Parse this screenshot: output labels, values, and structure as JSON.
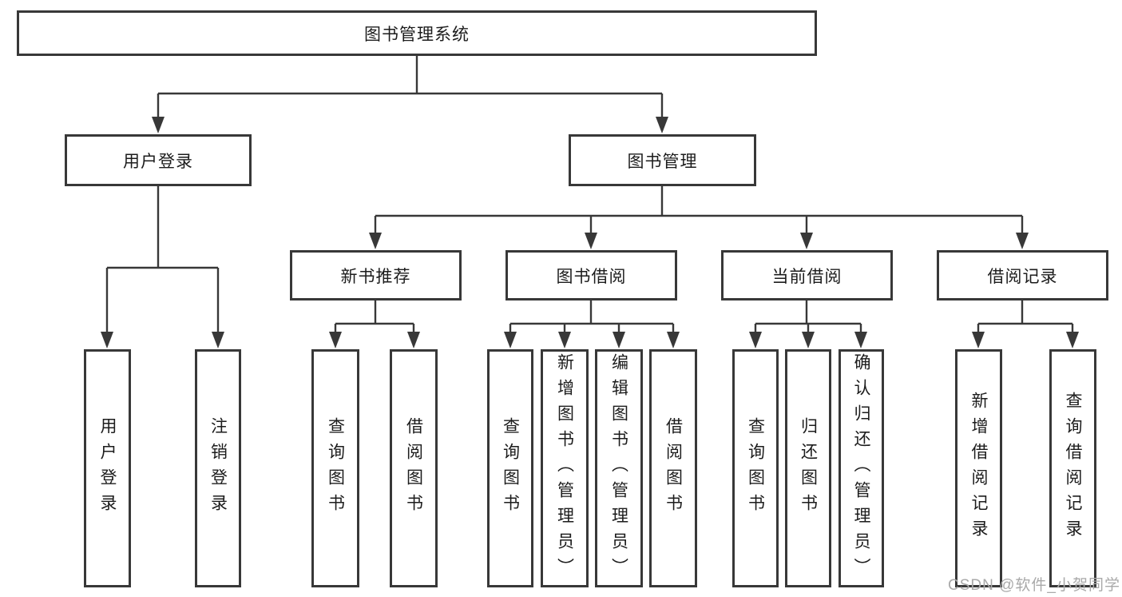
{
  "diagram": {
    "type": "tree",
    "root": {
      "label": "图书管理系统",
      "children": [
        {
          "label": "用户登录",
          "children": [
            {
              "label": "用户登录"
            },
            {
              "label": "注销登录"
            }
          ]
        },
        {
          "label": "图书管理",
          "children": [
            {
              "label": "新书推荐",
              "children": [
                {
                  "label": "查询图书"
                },
                {
                  "label": "借阅图书"
                }
              ]
            },
            {
              "label": "图书借阅",
              "children": [
                {
                  "label": "查询图书"
                },
                {
                  "label": "新增图书（管理员）"
                },
                {
                  "label": "编辑图书（管理员）"
                },
                {
                  "label": "借阅图书"
                }
              ]
            },
            {
              "label": "当前借阅",
              "children": [
                {
                  "label": "查询图书"
                },
                {
                  "label": "归还图书"
                },
                {
                  "label": "确认归还（管理员）"
                }
              ]
            },
            {
              "label": "借阅记录",
              "children": [
                {
                  "label": "新增借阅记录"
                },
                {
                  "label": "查询借阅记录"
                }
              ]
            }
          ]
        }
      ]
    }
  },
  "watermark": {
    "text": "CSDN @软件_小贺同学"
  },
  "colors": {
    "line": "#383838",
    "box_border": "#383838",
    "text": "#1c1c1c",
    "watermark": "#a9a9a9",
    "background": "#ffffff"
  }
}
